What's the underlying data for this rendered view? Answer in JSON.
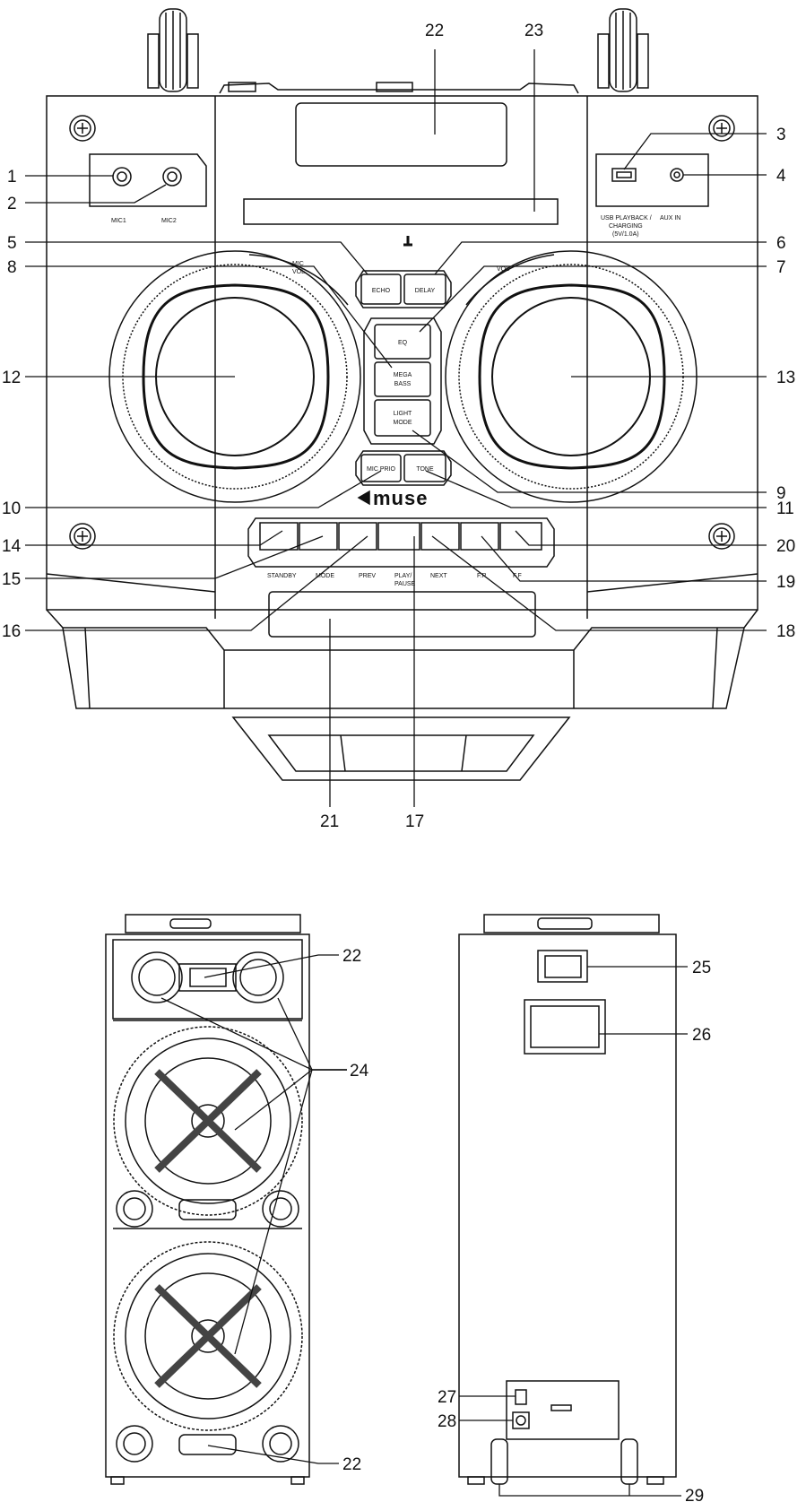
{
  "front": {
    "brand": "muse",
    "jack_labels": {
      "mic1": "MIC1",
      "mic2": "MIC2"
    },
    "port_labels": {
      "usb_line1": "USB PLAYBACK /",
      "usb_line2": "CHARGING",
      "usb_line3": "(5V/1.0A)",
      "aux": "AUX IN"
    },
    "knob_labels": {
      "mic_vol_1": "MIC",
      "mic_vol_2": "VOL",
      "vol": "VOL"
    },
    "buttons": {
      "echo": "ECHO",
      "delay": "DELAY",
      "eq": "EQ",
      "mega1": "MEGA",
      "mega2": "BASS",
      "light1": "LIGHT",
      "light2": "MODE",
      "micprio": "MIC PRIO",
      "tone": "TONE"
    },
    "transport": {
      "standby": "STANDBY",
      "mode": "MODE",
      "prev": "PREV",
      "play1": "PLAY/",
      "play2": "PAUSE",
      "next": "NEXT",
      "fr": "F.R",
      "ff": "F.F"
    }
  },
  "callouts": {
    "n1": "1",
    "n2": "2",
    "n3": "3",
    "n4": "4",
    "n5": "5",
    "n6": "6",
    "n7": "7",
    "n8": "8",
    "n9": "9",
    "n10": "10",
    "n11": "11",
    "n12": "12",
    "n13": "13",
    "n14": "14",
    "n15": "15",
    "n16": "16",
    "n17": "17",
    "n18": "18",
    "n19": "19",
    "n20": "20",
    "n21": "21",
    "n22": "22",
    "n23": "23",
    "n24": "24",
    "n25": "25",
    "n26": "26",
    "n27": "27",
    "n28": "28",
    "n29": "29"
  }
}
